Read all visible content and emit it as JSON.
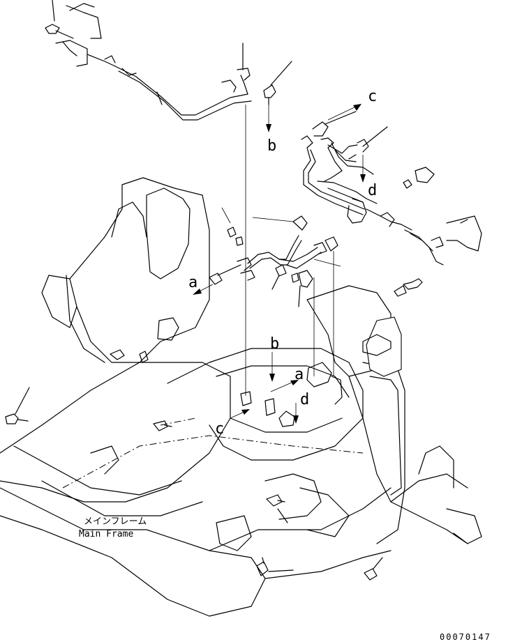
{
  "labels": {
    "c_top": "c",
    "b_top": "b",
    "d_top": "d",
    "a_left": "a",
    "b_center": "b",
    "a_center": "a",
    "d_center": "d",
    "c_center": "c"
  },
  "caption": {
    "jp": "メインフレーム",
    "en": "Main Frame"
  },
  "drawing_code": "00070147"
}
